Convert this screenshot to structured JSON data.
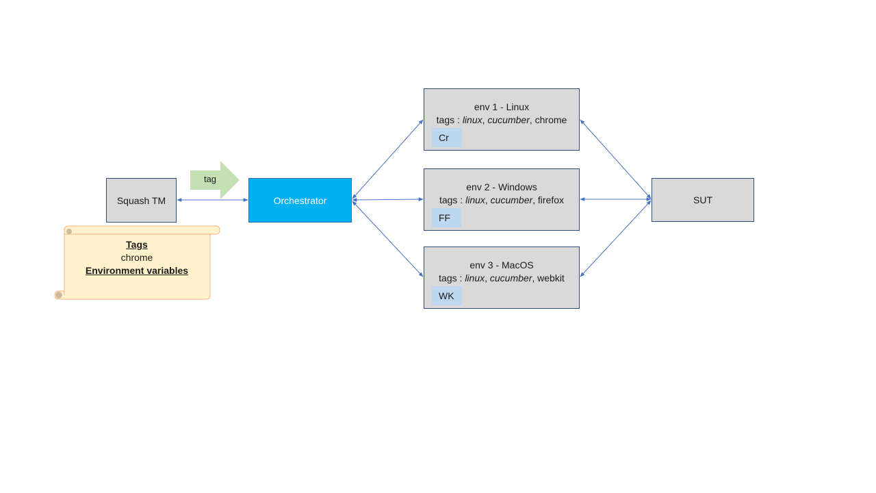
{
  "squash_tm": "Squash TM",
  "orchestrator": "Orchestrator",
  "sut": "SUT",
  "arrow_label": "tag",
  "scroll": {
    "tags_header": "Tags",
    "tags_value": "chrome",
    "env_vars_header": "Environment variables"
  },
  "environments": [
    {
      "title": "env 1 - Linux",
      "tags_prefix": "tags : ",
      "tag1": "linux",
      "sep1": ", ",
      "tag2": "cucumber",
      "sep2": ", ",
      "tag3": "chrome",
      "badge": "Cr"
    },
    {
      "title": "env 2 - Windows",
      "tags_prefix": "tags : ",
      "tag1": "linux",
      "sep1": ", ",
      "tag2": "cucumber",
      "sep2": ", ",
      "tag3": "firefox",
      "badge": "FF"
    },
    {
      "title": "env 3 - MacOS",
      "tags_prefix": "tags : ",
      "tag1": "linux",
      "sep1": ", ",
      "tag2": "cucumber",
      "sep2": ", ",
      "tag3": "webkit",
      "badge": "WK"
    }
  ],
  "colors": {
    "box_fill": "#d9d9d9",
    "orchestrator_fill": "#00b0f0",
    "badge_fill": "#bdd7ee",
    "connector": "#4472c4",
    "tag_arrow": "#c5e0b4",
    "scroll_fill": "#fff2cc",
    "scroll_border": "#f4b183"
  }
}
